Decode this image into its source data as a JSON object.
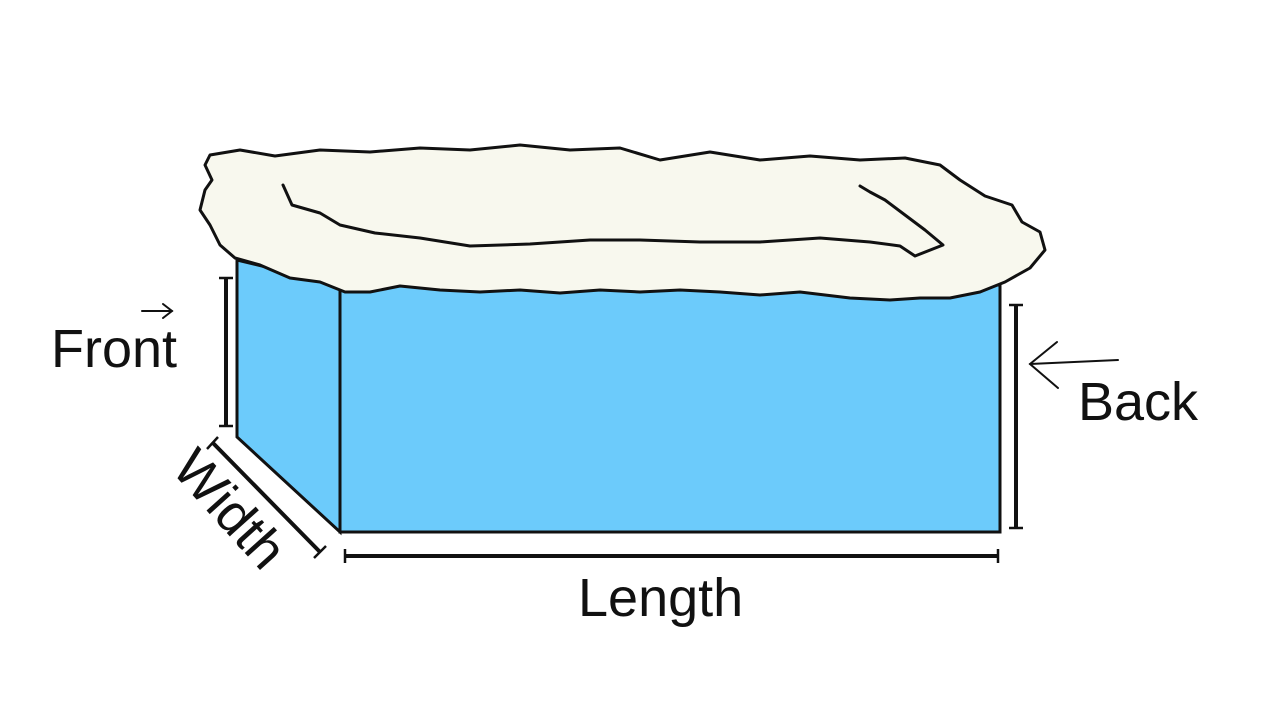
{
  "labels": {
    "front": "Front",
    "back": "Back",
    "width": "Width",
    "length": "Length"
  },
  "colors": {
    "box_face": "#6ccbfb",
    "icing": "#f8f8ee",
    "outline": "#111111",
    "background": "#ffffff"
  }
}
